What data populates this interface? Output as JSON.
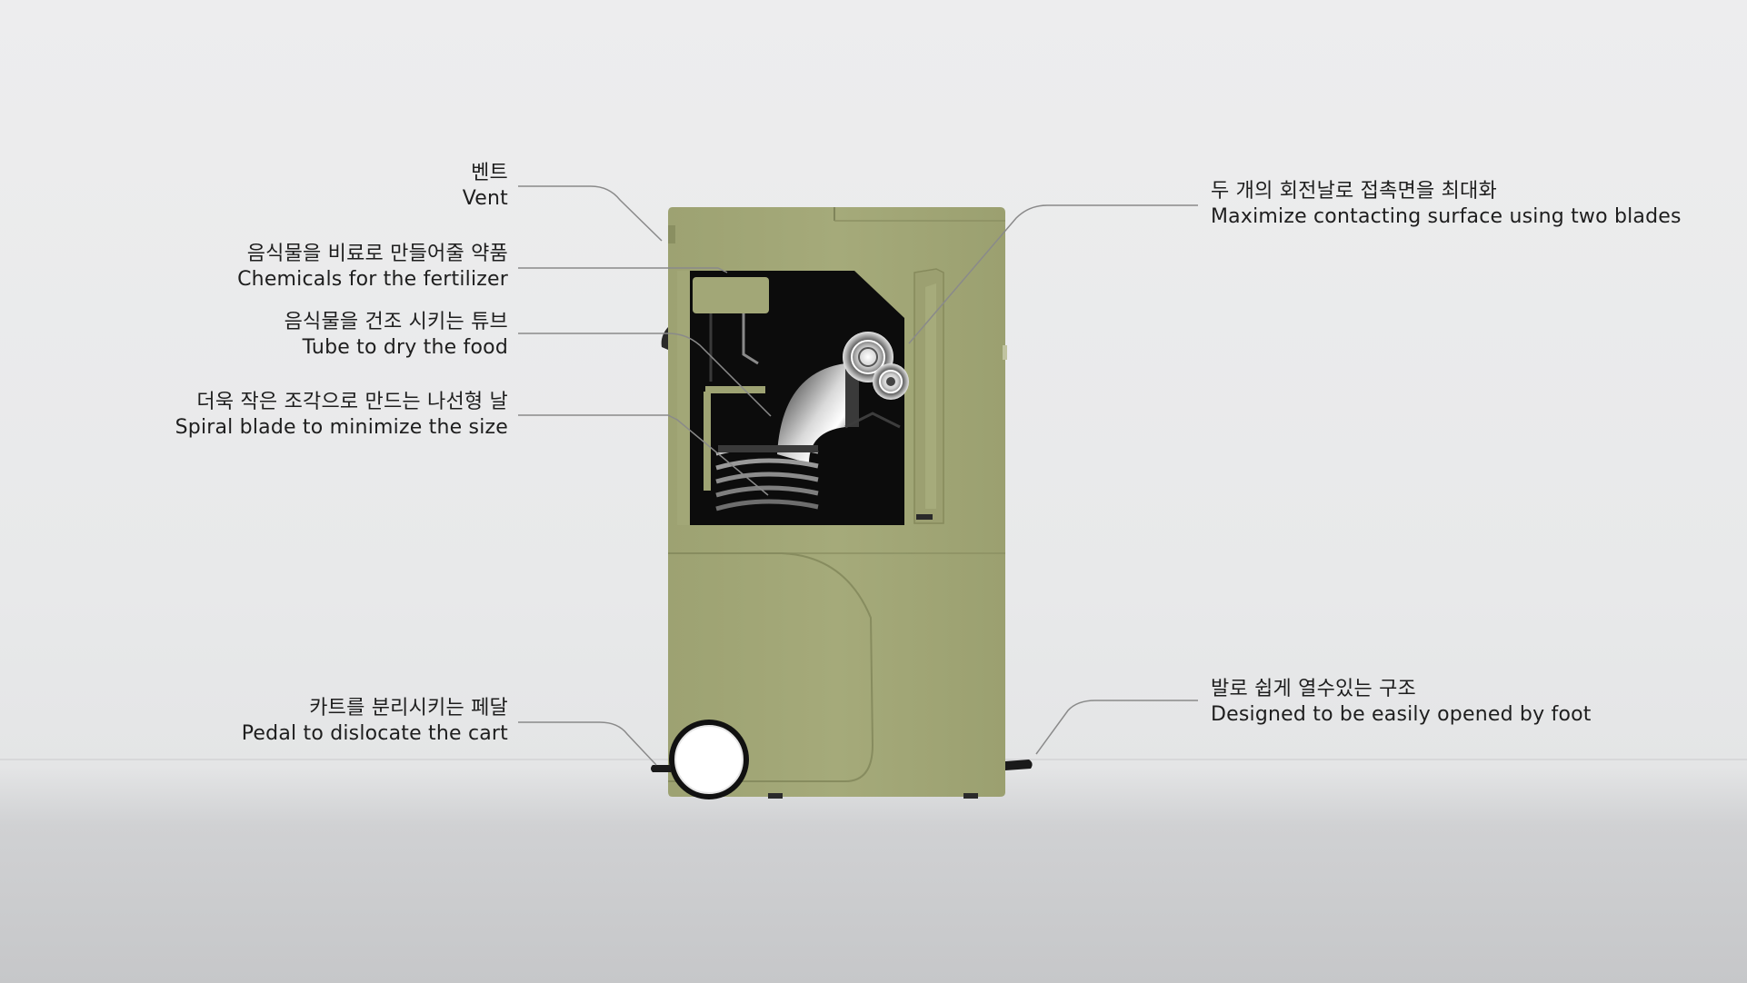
{
  "callouts": {
    "vent": {
      "ko": "벤트",
      "en": "Vent"
    },
    "chemicals": {
      "ko": "음식물을 비료로 만들어줄 약품",
      "en": "Chemicals for the fertilizer"
    },
    "tube": {
      "ko": "음식물을 건조 시키는 튜브",
      "en": "Tube to dry the food"
    },
    "spiral": {
      "ko": "더욱 작은 조각으로 만드는 나선형 날",
      "en": "Spiral blade to minimize the size"
    },
    "pedal": {
      "ko": "카트를 분리시키는 페달",
      "en": "Pedal to dislocate the cart"
    },
    "blades": {
      "ko": "두 개의 회전날로 접촉면을 최대화",
      "en": "Maximize contacting surface using two blades"
    },
    "foot": {
      "ko": "발로 쉽게 열수있는 구조",
      "en": "Designed to be easily opened by foot"
    }
  },
  "colors": {
    "body": "#a2a777",
    "body_dark": "#8f9466",
    "interior": "#0c0c0c",
    "leader_line": "#8a8a8a"
  }
}
